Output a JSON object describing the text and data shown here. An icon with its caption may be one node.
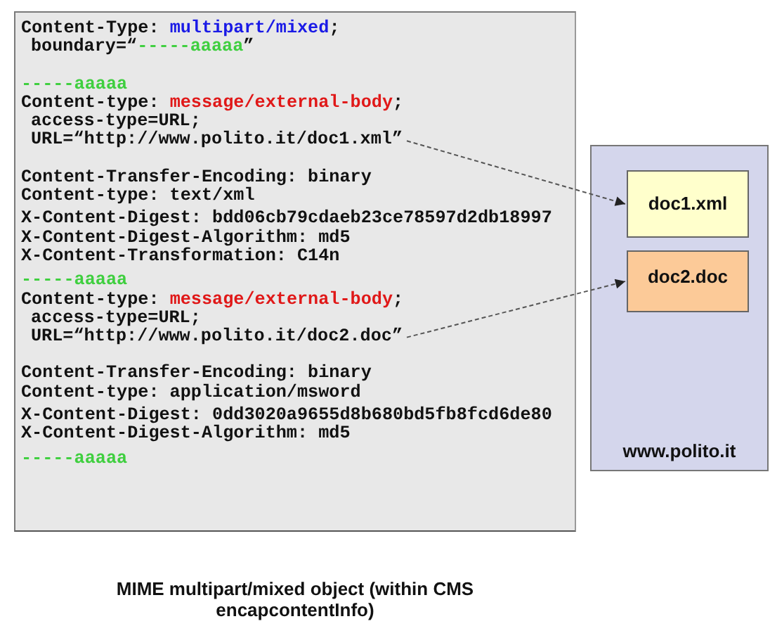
{
  "diagram": {
    "caption": "MIME multipart/mixed object (within CMS encapcontentInfo)",
    "nodes": [
      {
        "text": [
          "Content-Type: multipart/mixed;",
          "boundary=“-----aaaaa”",
          "-----aaaaa",
          "Content-type: message/external-body;",
          "access-type=URL;",
          "Content-Transfer-Encoding: binary",
          "Content-type: text/xml",
          "X-Content-Digest: bdd06cb79cdaeb23ce78597d2db18997",
          "X-Content-Digest-Algorithm: md5",
          "X-Content-Transformation: C14n",
          "-----aaaaa",
          "Content-type: message/external-body;",
          "access-type=URL;",
          "Content-Transfer-Encoding: binary",
          "Content-type: application/msword",
          "X-Content-Digest: 0dd3020a9655d8b680bd5fb8fcd6de80",
          "X-Content-Digest-Algorithm: md5",
          "-----aaaaa"
        ]
      },
      {
        "text": [
          "URL=“http://www.polito.it/doc1.xml”"
        ],
        "in": 0
      },
      {
        "text": [
          "URL=“http://www.polito.it/doc2.doc”"
        ],
        "in": 0
      },
      {
        "text": [
          "www.polito.it"
        ]
      },
      {
        "text": [
          "doc1.xml"
        ],
        "in": 3
      },
      {
        "text": [
          "doc2.doc"
        ],
        "in": 3
      }
    ],
    "edges": [
      {
        "from": 1,
        "to": 4,
        "arrow": "to",
        "style": "dashed"
      },
      {
        "from": 2,
        "to": 5,
        "arrow": "to",
        "style": "dashed"
      }
    ]
  }
}
